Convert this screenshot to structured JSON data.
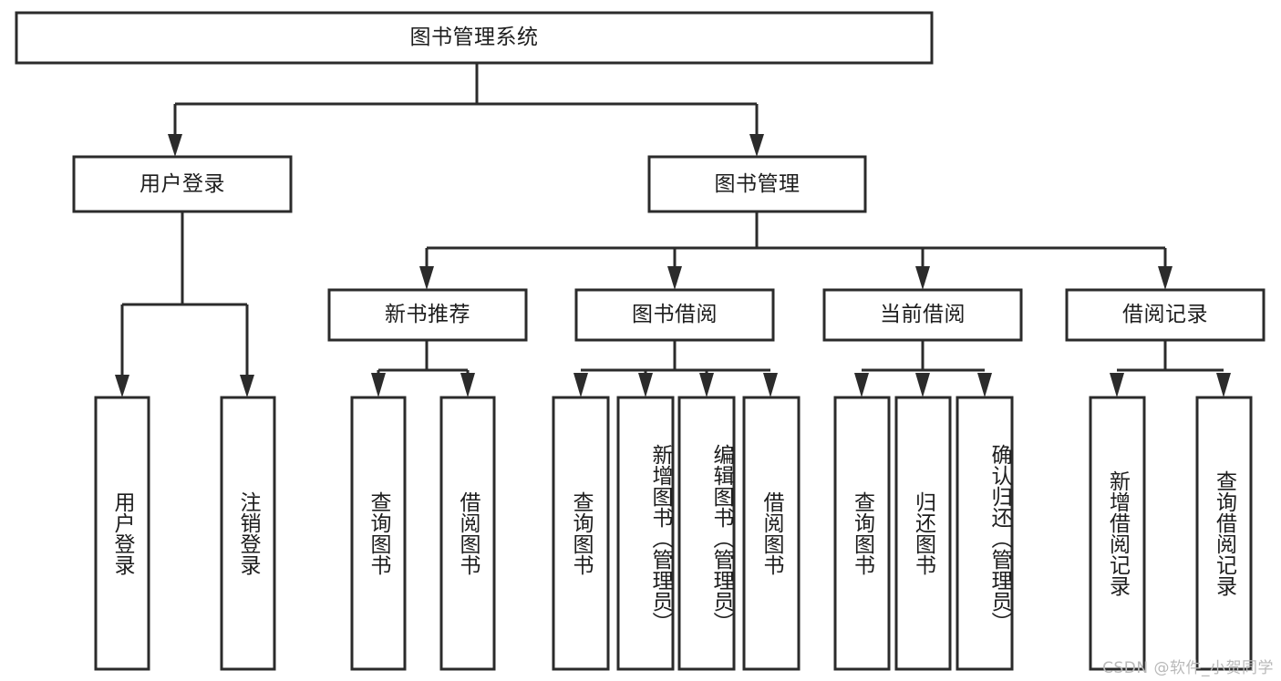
{
  "diagram": {
    "title": "图书管理系统",
    "type": "tree",
    "watermark": "CSDN @软件_小贺同学",
    "colors": {
      "stroke": "#2b2b2b",
      "fill": "#ffffff",
      "text": "#1d1d1d",
      "watermark": "#b9b9b9",
      "background": "#ffffff"
    },
    "nodes": {
      "root": {
        "label": "图书管理系统",
        "level": 0,
        "orientation": "horizontal"
      },
      "user_login": {
        "label": "用户登录",
        "level": 1,
        "orientation": "horizontal"
      },
      "book_manage": {
        "label": "图书管理",
        "level": 1,
        "orientation": "horizontal"
      },
      "new_book_rec": {
        "label": "新书推荐",
        "level": 2,
        "orientation": "horizontal"
      },
      "book_borrow": {
        "label": "图书借阅",
        "level": 2,
        "orientation": "horizontal"
      },
      "current_borrow": {
        "label": "当前借阅",
        "level": 2,
        "orientation": "horizontal"
      },
      "borrow_record": {
        "label": "借阅记录",
        "level": 2,
        "orientation": "horizontal"
      },
      "leaf_user_login": {
        "label": "用户登录",
        "level": 3,
        "orientation": "vertical"
      },
      "leaf_logout": {
        "label": "注销登录",
        "level": 3,
        "orientation": "vertical"
      },
      "leaf_query_book_1": {
        "label": "查询图书",
        "level": 3,
        "orientation": "vertical"
      },
      "leaf_borrow_book_1": {
        "label": "借阅图书",
        "level": 3,
        "orientation": "vertical"
      },
      "leaf_query_book_2": {
        "label": "查询图书",
        "level": 3,
        "orientation": "vertical"
      },
      "leaf_add_book": {
        "label": "新增图书（管理员）",
        "level": 3,
        "orientation": "vertical"
      },
      "leaf_edit_book": {
        "label": "编辑图书（管理员）",
        "level": 3,
        "orientation": "vertical"
      },
      "leaf_borrow_book_2": {
        "label": "借阅图书",
        "level": 3,
        "orientation": "vertical"
      },
      "leaf_query_book_3": {
        "label": "查询图书",
        "level": 3,
        "orientation": "vertical"
      },
      "leaf_return_book": {
        "label": "归还图书",
        "level": 3,
        "orientation": "vertical"
      },
      "leaf_confirm_return": {
        "label": "确认归还（管理员）",
        "level": 3,
        "orientation": "vertical"
      },
      "leaf_add_record": {
        "label": "新增借阅记录",
        "level": 3,
        "orientation": "vertical"
      },
      "leaf_query_record": {
        "label": "查询借阅记录",
        "level": 3,
        "orientation": "vertical"
      }
    },
    "edges": [
      {
        "from": "root",
        "to": "user_login"
      },
      {
        "from": "root",
        "to": "book_manage"
      },
      {
        "from": "book_manage",
        "to": "new_book_rec"
      },
      {
        "from": "book_manage",
        "to": "book_borrow"
      },
      {
        "from": "book_manage",
        "to": "current_borrow"
      },
      {
        "from": "book_manage",
        "to": "borrow_record"
      },
      {
        "from": "user_login",
        "to": "leaf_user_login"
      },
      {
        "from": "user_login",
        "to": "leaf_logout"
      },
      {
        "from": "new_book_rec",
        "to": "leaf_query_book_1"
      },
      {
        "from": "new_book_rec",
        "to": "leaf_borrow_book_1"
      },
      {
        "from": "book_borrow",
        "to": "leaf_query_book_2"
      },
      {
        "from": "book_borrow",
        "to": "leaf_add_book"
      },
      {
        "from": "book_borrow",
        "to": "leaf_edit_book"
      },
      {
        "from": "book_borrow",
        "to": "leaf_borrow_book_2"
      },
      {
        "from": "current_borrow",
        "to": "leaf_query_book_3"
      },
      {
        "from": "current_borrow",
        "to": "leaf_return_book"
      },
      {
        "from": "current_borrow",
        "to": "leaf_confirm_return"
      },
      {
        "from": "borrow_record",
        "to": "leaf_add_record"
      },
      {
        "from": "borrow_record",
        "to": "leaf_query_record"
      }
    ]
  }
}
